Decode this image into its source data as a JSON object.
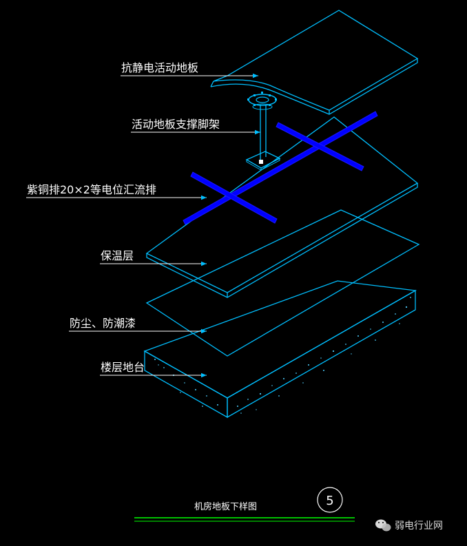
{
  "labels": {
    "antistatic_floor": "抗静电活动地板",
    "support_stand": "活动地板支撑脚架",
    "copper_busbar": "紫铜排20×2等电位汇流排",
    "insulation_layer": "保温层",
    "dustproof_paint": "防尘、防潮漆",
    "floor_slab": "楼层地台"
  },
  "title": {
    "caption": "机房地板下样图",
    "detail_number": "5"
  },
  "watermark": {
    "text": "弱电行业网"
  },
  "colors": {
    "background": "#000000",
    "outline": "#00bfff",
    "busbar": "#0000ff",
    "label_text": "#ffffff",
    "title_line": "#00ff00",
    "leader_line": "#ffffff"
  }
}
